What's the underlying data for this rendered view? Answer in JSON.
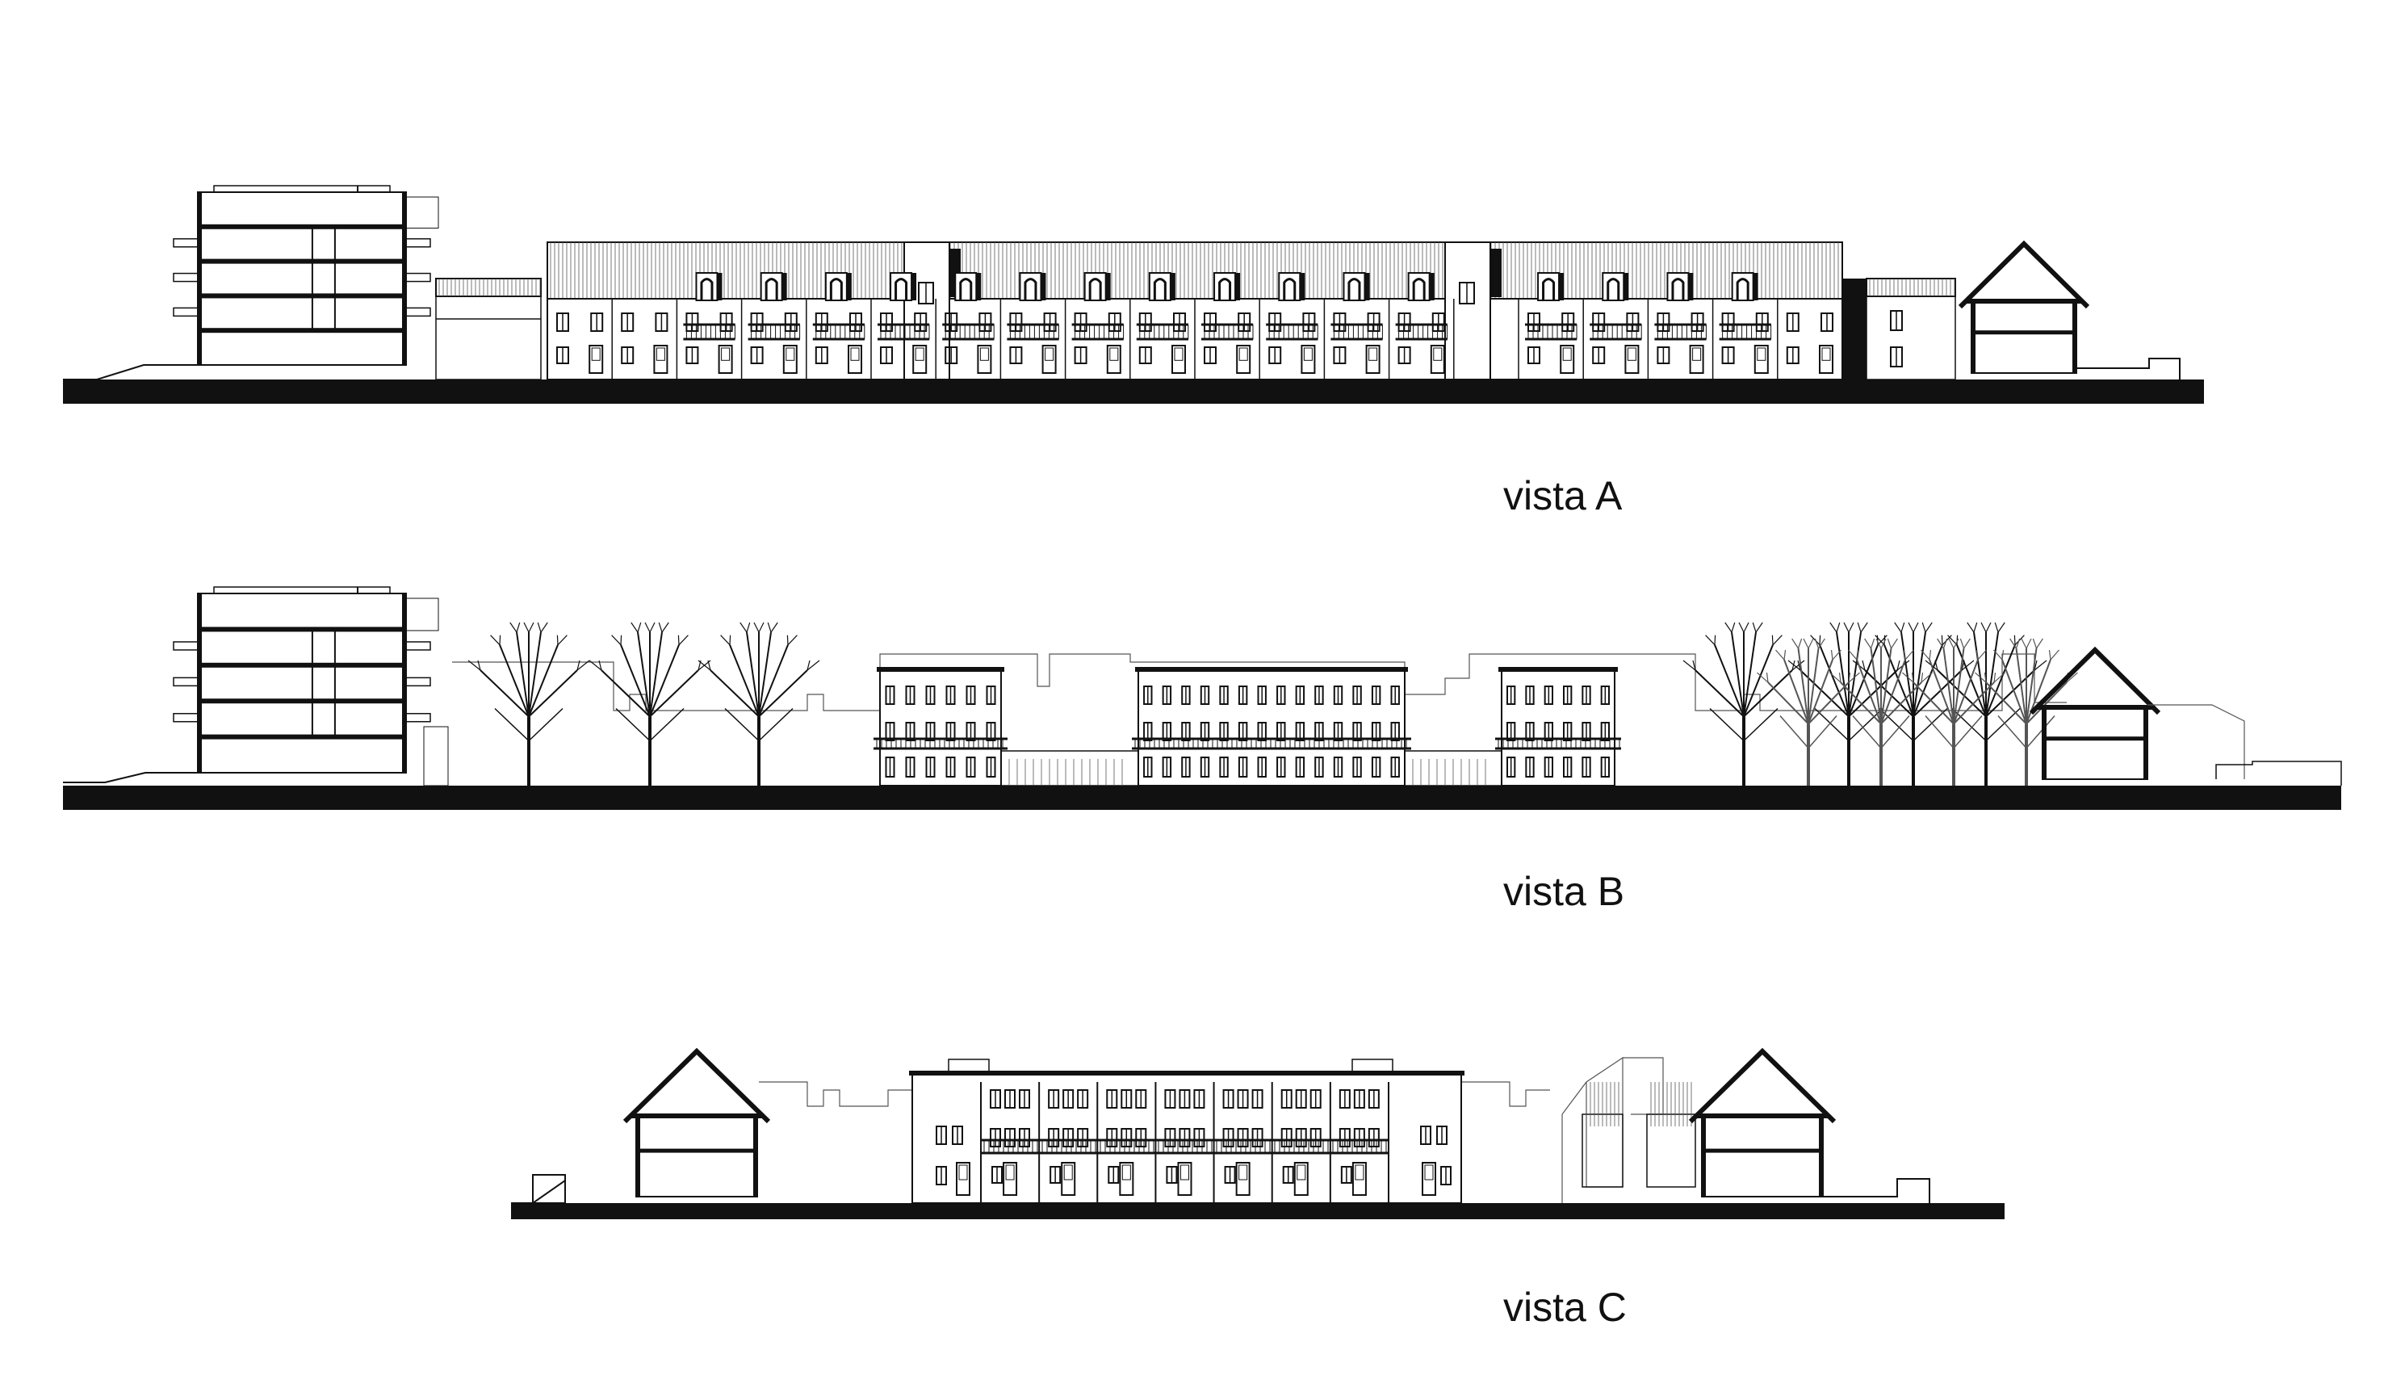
{
  "views": [
    {
      "id": "A",
      "label": "vista A"
    },
    {
      "id": "B",
      "label": "vista B"
    },
    {
      "id": "C",
      "label": "vista C"
    }
  ],
  "colors": {
    "line": "#111111",
    "thin": "#555555",
    "fill": "#111111",
    "paper": "#ffffff"
  }
}
